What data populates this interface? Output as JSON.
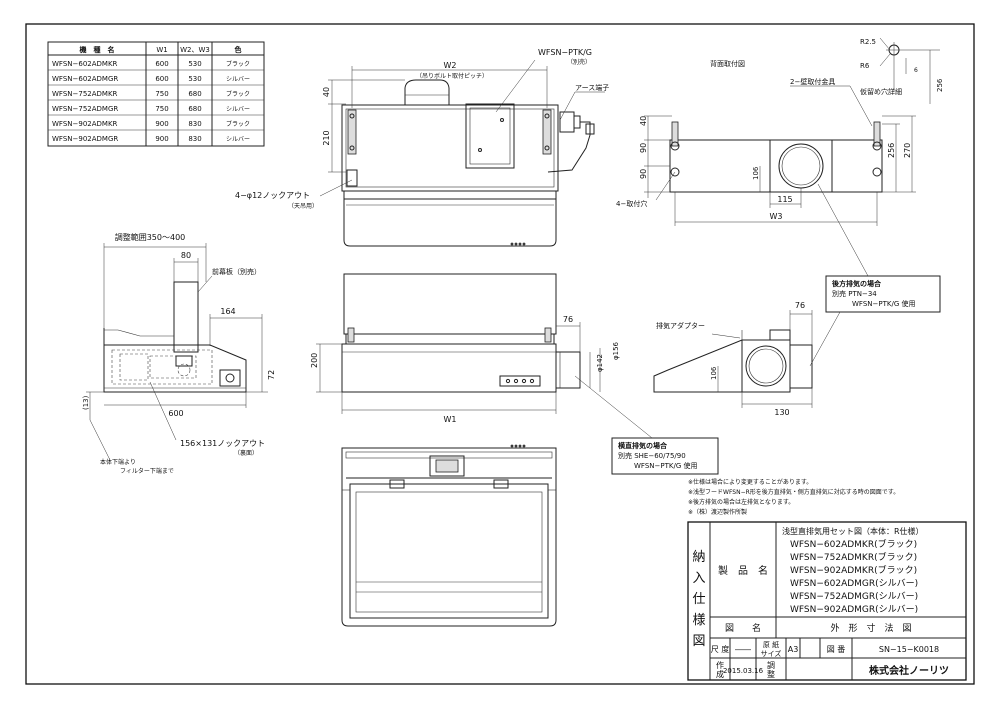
{
  "model_table": {
    "headers": [
      "機　種　名",
      "W1",
      "W2、W3",
      "色"
    ],
    "rows": [
      [
        "WFSN−602ADMKR",
        "600",
        "530",
        "ブラック"
      ],
      [
        "WFSN−602ADMGR",
        "600",
        "530",
        "シルバー"
      ],
      [
        "WFSN−752ADMKR",
        "750",
        "680",
        "ブラック"
      ],
      [
        "WFSN−752ADMGR",
        "750",
        "680",
        "シルバー"
      ],
      [
        "WFSN−902ADMKR",
        "900",
        "830",
        "ブラック"
      ],
      [
        "WFSN−902ADMGR",
        "900",
        "830",
        "シルバー"
      ]
    ]
  },
  "top_view": {
    "w2": "W2",
    "w2_note": "（吊りボルト取付ピッチ）",
    "dim_40": "40",
    "dim_210": "210",
    "callout_ptk": "WFSN−PTK/G",
    "callout_ptk_note": "（別売）",
    "callout_earth": "アース端子",
    "callout_knock": "4−φ12ノックアウト",
    "callout_knock_note": "（天吊用）"
  },
  "side_view": {
    "range": "調整範囲350〜400",
    "dim_80": "80",
    "front_panel": "前幕板（別売）",
    "dim_164": "164",
    "dim_72": "72",
    "dim_13": "(13)",
    "dim_600": "600",
    "knock_rear": "156×131ノックアウト",
    "knock_rear_note": "（裏面）",
    "filter_note1": "本体下端より",
    "filter_note2": "フィルター下端まで"
  },
  "front_view": {
    "dim_76": "76",
    "dim_200": "200",
    "dim_142": "φ142",
    "dim_156": "φ156",
    "w1": "W1"
  },
  "back_view": {
    "title": "背面取付図",
    "r25": "R2.5",
    "r6": "R6",
    "dim_6": "6",
    "dim_256a": "256",
    "bracket": "2−壁取付金具",
    "hole_detail": "仮留め穴詳細",
    "dim_40": "40",
    "dim_90a": "90",
    "dim_90b": "90",
    "dim_106": "106",
    "dim_256": "256",
    "dim_270": "270",
    "dim_115": "115",
    "w3": "W3",
    "mount_holes": "4−取付穴"
  },
  "rear_exhaust": {
    "title": "後方排気の場合",
    "line2": "別売 PTN−34",
    "line3": "WFSN−PTK/G 使用"
  },
  "adapter": {
    "label": "排気アダプター",
    "dim_76": "76",
    "dim_106": "106",
    "dim_130": "130"
  },
  "top_exhaust": {
    "title": "横直排気の場合",
    "line2": "別売 SHE−60/75/90",
    "line3": "WFSN−PTK/G 使用"
  },
  "notes": [
    "※仕様は場合により変更することがあります。",
    "※浅型フードWFSN−R形を後方直排気・側方直排気に対応する時の図面です。",
    "※後方排気の場合は左排気となります。",
    "※（株）渡辺製作所製"
  ],
  "title_block": {
    "side_label": [
      "納",
      "入",
      "仕",
      "様",
      "図"
    ],
    "product_label": "製　品　名",
    "product_title": "浅型直排気用セット図（本体：R仕様）",
    "product_lines": [
      "WFSN−602ADMKR(ブラック)",
      "WFSN−752ADMKR(ブラック)",
      "WFSN−902ADMKR(ブラック)",
      "WFSN−602ADMGR(シルバー)",
      "WFSN−752ADMGR(シルバー)",
      "WFSN−902ADMGR(シルバー)"
    ],
    "drawing_label": "図　　名",
    "drawing_name": "外　形　寸　法　図",
    "scale_label": "尺 度",
    "scale_value": "――",
    "paper_label1": "原 紙",
    "paper_label2": "サイズ",
    "paper_value": "A3",
    "dwg_no_label": "図 番",
    "dwg_no": "SN−15−K0018",
    "made_label1": "作",
    "made_label2": "成",
    "made_date": "2015.03.16",
    "adjust_label1": "調",
    "adjust_label2": "整",
    "company": "株式会社ノーリツ"
  }
}
